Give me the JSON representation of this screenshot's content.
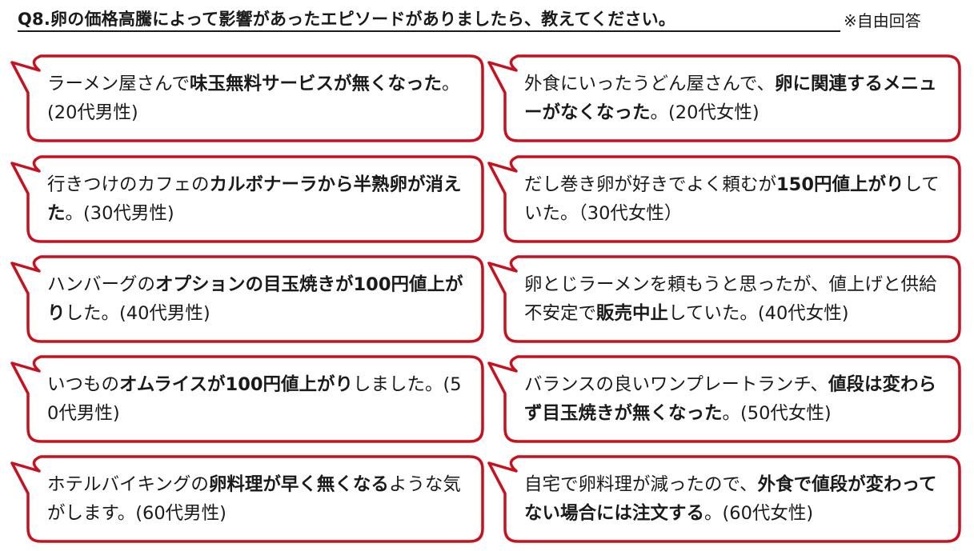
{
  "header": {
    "question": "Q8.卵の価格高騰によって影響があったエピソードがありましたら、教えてください。",
    "note": "※自由回答"
  },
  "accent_color": "#c8101e",
  "bubbles": [
    {
      "segments": [
        {
          "text": "ラーメン屋さんで",
          "bold": false
        },
        {
          "text": "味玉無料サービスが無くなった",
          "bold": true
        },
        {
          "text": "。(20代男性)",
          "bold": false
        }
      ]
    },
    {
      "segments": [
        {
          "text": "外食にいったうどん屋さんで、",
          "bold": false
        },
        {
          "text": "卵に関連するメニューがなくなった",
          "bold": true
        },
        {
          "text": "。(20代女性)",
          "bold": false
        }
      ]
    },
    {
      "segments": [
        {
          "text": "行きつけのカフェの",
          "bold": false
        },
        {
          "text": "カルボナーラから半熟卵が消えた",
          "bold": true
        },
        {
          "text": "。(30代男性)",
          "bold": false
        }
      ]
    },
    {
      "segments": [
        {
          "text": "だし巻き卵が好きでよく頼むが",
          "bold": false
        },
        {
          "text": "150円値上がり",
          "bold": true
        },
        {
          "text": "していた。（30代女性）",
          "bold": false
        }
      ]
    },
    {
      "segments": [
        {
          "text": "ハンバーグの",
          "bold": false
        },
        {
          "text": "オプションの目玉焼きが100円値上がり",
          "bold": true
        },
        {
          "text": "した。(40代男性)",
          "bold": false
        }
      ]
    },
    {
      "segments": [
        {
          "text": "卵とじラーメンを頼もうと思ったが、値上げと供給不安定で",
          "bold": false
        },
        {
          "text": "販売中止",
          "bold": true
        },
        {
          "text": "していた。(40代女性)",
          "bold": false
        }
      ]
    },
    {
      "segments": [
        {
          "text": "いつもの",
          "bold": false
        },
        {
          "text": "オムライスが100円値上がり",
          "bold": true
        },
        {
          "text": "しました。(50代男性)",
          "bold": false
        }
      ]
    },
    {
      "segments": [
        {
          "text": "バランスの良いワンプレートランチ、",
          "bold": false
        },
        {
          "text": "値段は変わらず目玉焼きが無くなった",
          "bold": true
        },
        {
          "text": "。(50代女性)",
          "bold": false
        }
      ]
    },
    {
      "segments": [
        {
          "text": "ホテルバイキングの",
          "bold": false
        },
        {
          "text": "卵料理が早く無くなる",
          "bold": true
        },
        {
          "text": "ような気がします。(60代男性)",
          "bold": false
        }
      ]
    },
    {
      "segments": [
        {
          "text": "自宅で卵料理が減ったので、",
          "bold": false
        },
        {
          "text": "外食で値段が変わってない場合には注文する",
          "bold": true
        },
        {
          "text": "。(60代女性)",
          "bold": false
        }
      ]
    }
  ]
}
